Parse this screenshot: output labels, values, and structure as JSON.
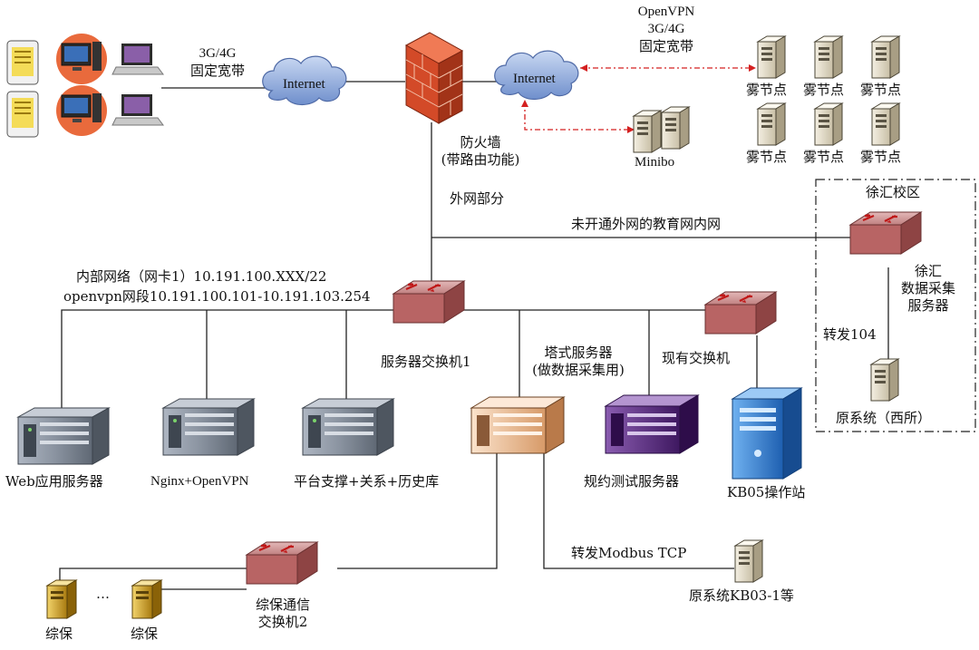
{
  "clients": {
    "link_text_line1": "3G/4G",
    "link_text_line2": "固定宽带"
  },
  "internet_left": {
    "label": "Internet"
  },
  "internet_right": {
    "label": "Internet"
  },
  "firewall": {
    "label_line1": "防火墙",
    "label_line2": "(带路由功能)"
  },
  "outer_net_label": "外网部分",
  "openvpn_link": {
    "line1": "OpenVPN",
    "line2": "3G/4G",
    "line3": "固定宽带"
  },
  "fog_nodes": [
    "雾节点",
    "雾节点",
    "雾节点",
    "雾节点",
    "雾节点",
    "雾节点"
  ],
  "minibo": {
    "label": "Minibo"
  },
  "edu_net_label": "未开通外网的教育网内网",
  "xuhui": {
    "title": "徐汇校区",
    "server_line1": "徐汇",
    "server_line2": "数据采集",
    "server_line3": "服务器",
    "forward_label": "转发104",
    "orig_system": "原系统（西所）"
  },
  "internal_net": {
    "line1": "内部网络（网卡1）10.191.100.XXX/22",
    "line2": "openvpn网段10.191.100.101-10.191.103.254"
  },
  "server_switch1": {
    "label": "服务器交换机1"
  },
  "tower_server": {
    "line1": "塔式服务器",
    "line2": "(做数据采集用)"
  },
  "existing_switch": {
    "label": "现有交换机"
  },
  "servers": {
    "web": "Web应用服务器",
    "nginx": "Nginx+OpenVPN",
    "platform": "平台支撑+关系+历史库",
    "protocol": "规约测试服务器",
    "kb05": "KB05操作站"
  },
  "modbus": {
    "label": "转发Modbus TCP",
    "orig_system": "原系统KB03-1等"
  },
  "protection_switch": {
    "line1": "综保通信",
    "line2": "交换机2"
  },
  "protection_devices": {
    "left": "综保",
    "right": "综保",
    "ellipsis": "…"
  },
  "colors": {
    "line": "#222222",
    "vpn_dash": "#d42020",
    "switch_body": "#b85a5a",
    "firewall_brick": "#d0492a",
    "cloud": "#8ca7d6",
    "server_gray": "#7e8794",
    "server_purple": "#5a2a82",
    "server_orange": "#f0c6a0",
    "pc_blue": "#2f7fd6",
    "protection_gold": "#c89a1e"
  }
}
